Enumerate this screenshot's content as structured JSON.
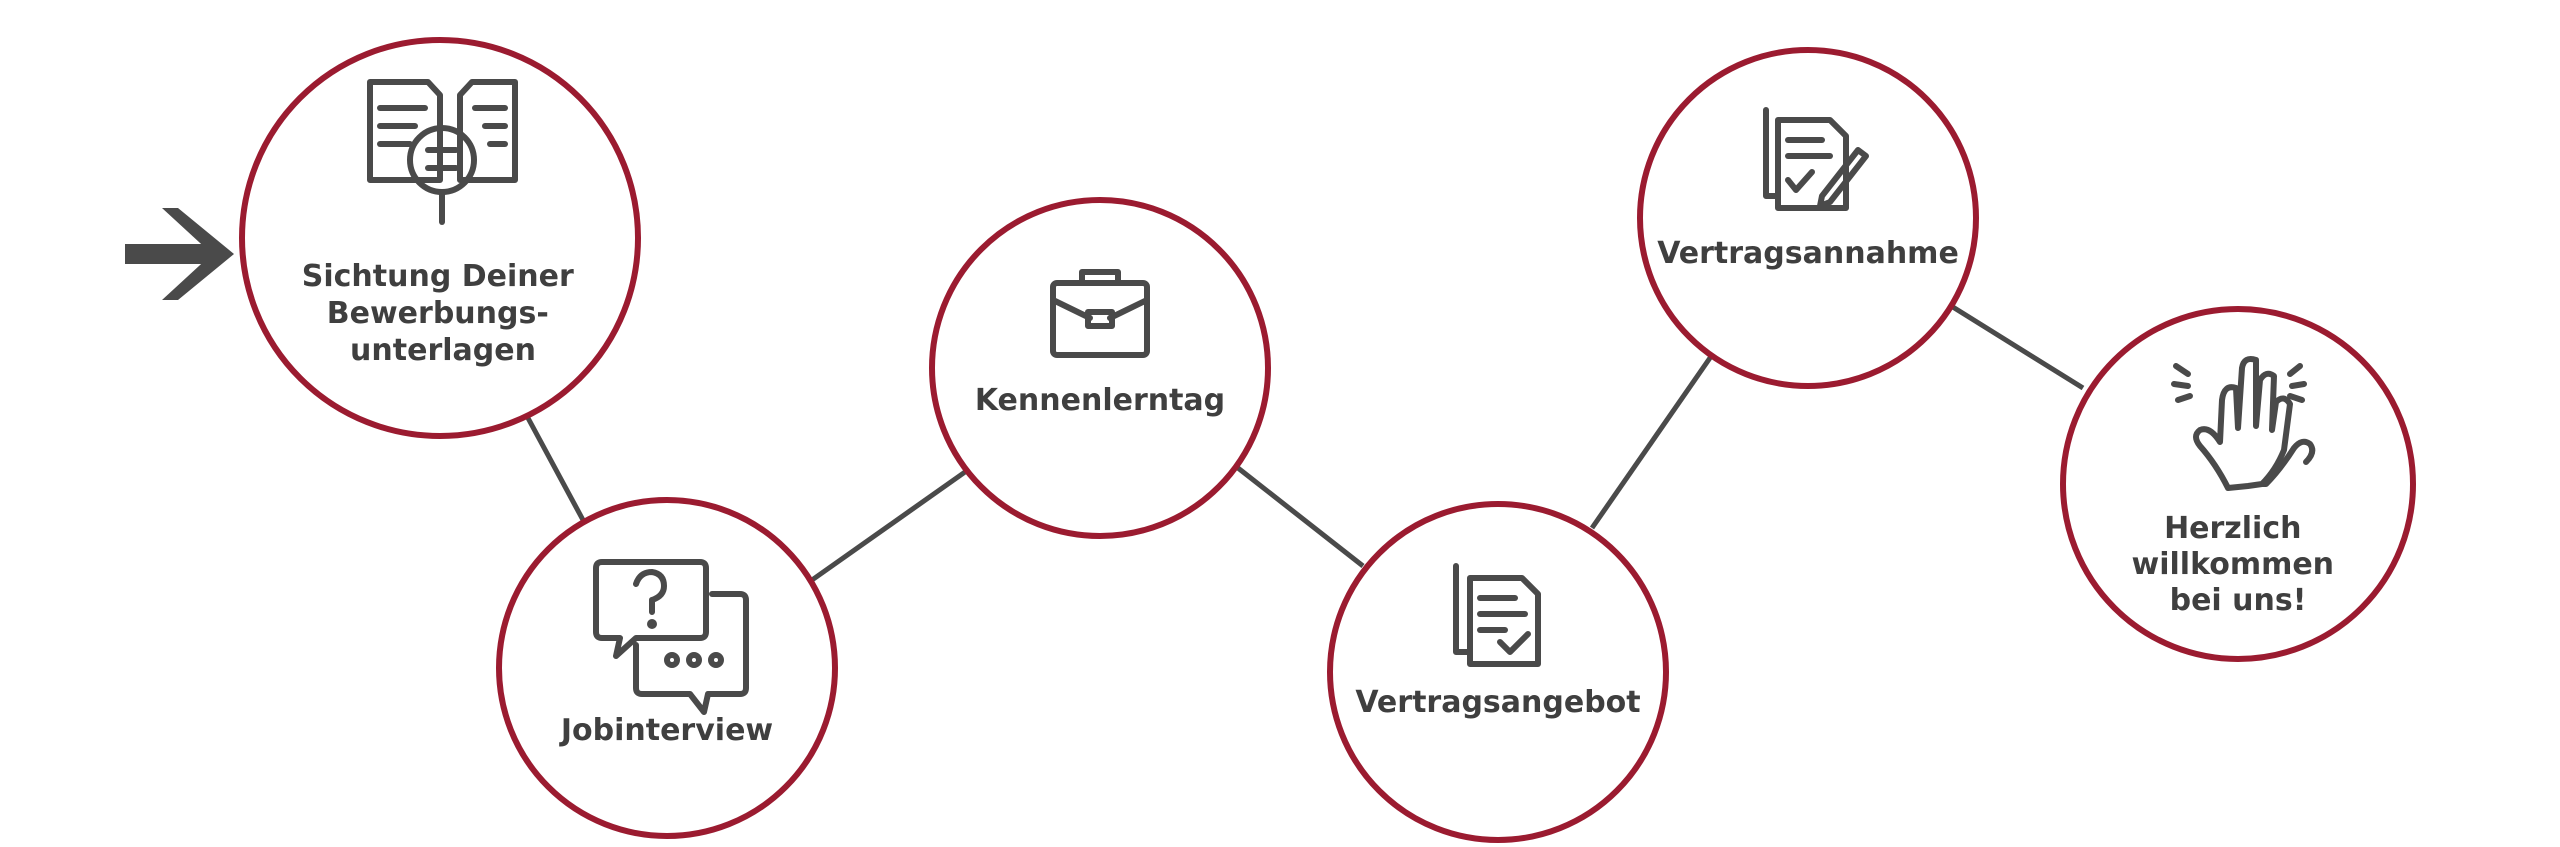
{
  "process": {
    "steps": [
      {
        "label_lines": [
          "Sichtung Deiner",
          "Bewerbungs-",
          "unterlagen"
        ],
        "icon": "document-review-magnifier-icon"
      },
      {
        "label_lines": [
          "Jobinterview"
        ],
        "icon": "speech-bubbles-question-icon"
      },
      {
        "label_lines": [
          "Kennenlerntag"
        ],
        "icon": "briefcase-icon"
      },
      {
        "label_lines": [
          "Vertragsangebot"
        ],
        "icon": "document-checkmark-icon"
      },
      {
        "label_lines": [
          "Vertragsannahme"
        ],
        "icon": "contract-signing-icon"
      },
      {
        "label_lines": [
          "Herzlich",
          "willkommen",
          "bei uns!"
        ],
        "icon": "high-five-icon"
      }
    ],
    "start_marker_icon": "arrow-right-icon",
    "colors": {
      "ring": "#9b1b30",
      "connector": "#4a4a4a",
      "icon": "#4a4a4a",
      "text": "#3f3f3f"
    }
  }
}
